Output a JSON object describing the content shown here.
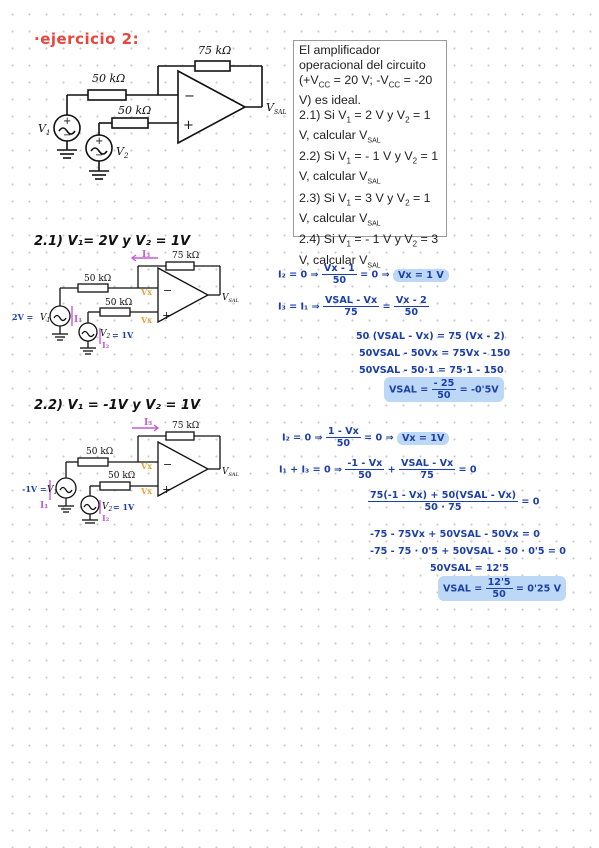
{
  "title": "·ejercicio 2:",
  "problem": {
    "p1": "El amplificador operacional del circuito (+V",
    "vcc_sub": "CC",
    "p1b": " = 20 V; -V",
    "p1c": " = -20 V) es ideal.",
    "items": [
      {
        "a": "2.1) Si V",
        "s1": "1",
        "b": " = 2 V y V",
        "s2": "2",
        "c": " = 1 V, calcular V",
        "s3": "SAL"
      },
      {
        "a": "2.2) Si V",
        "s1": "1",
        "b": " = - 1 V y V",
        "s2": "2",
        "c": " = 1 V, calcular V",
        "s3": "SAL"
      },
      {
        "a": "2.3) Si V",
        "s1": "1",
        "b": " = 3 V y V",
        "s2": "2",
        "c": " = 1 V, calcular V",
        "s3": "SAL"
      },
      {
        "a": "2.4) Si V",
        "s1": "1",
        "b": " = - 1 V y V",
        "s2": "2",
        "c": " = 3 V, calcular V",
        "s3": "SAL"
      }
    ]
  },
  "circuit_labels": {
    "r_feedback": "75 kΩ",
    "r1": "50 kΩ",
    "r2": "50 kΩ",
    "v1": "V",
    "v1_sub": "1",
    "v2": "V",
    "v2_sub": "2",
    "vsal": "V",
    "vsal_sub": "SAL",
    "minus": "−",
    "plus": "+"
  },
  "section1": {
    "heading": "2.1) V₁= 2V  y V₂ = 1V",
    "annotations": {
      "i3": "I₃",
      "i1": "I₁",
      "i2": "I₂",
      "vx": "Vx",
      "v1val": "2V = ",
      "v2val": " = 1V"
    },
    "work": {
      "l1a": "I₂ = 0  ⇒ ",
      "l1n": "Vx - 1",
      "l1d": "50",
      "l1b": " = 0  ⇒ ",
      "l1res": "Vx = 1 V",
      "l2a": "I₃ = I₁ ⇒ ",
      "l2n1": "VSAL - Vx",
      "l2d1": "75",
      "l2b": " = ",
      "l2n2": "Vx - 2",
      "l2d2": "50",
      "l3": "50 (VSAL - Vx) = 75 (Vx - 2)",
      "l4": "50VSAL - 50Vx = 75Vx - 150",
      "l5": "50VSAL - 50·1 = 75·1 - 150",
      "l6a": "VSAL = ",
      "l6n": "- 25",
      "l6d": "50",
      "l6b": " = -0'5V"
    }
  },
  "section2": {
    "heading": "2.2)  V₁ = -1V  y V₂ = 1V",
    "annotations": {
      "i3": "I₃",
      "i1": "I₁",
      "i2": "I₂",
      "vx": "Vx",
      "v1val": "-1V = ",
      "v2val": " = 1V"
    },
    "work": {
      "l1a": "I₂ = 0  ⇒ ",
      "l1n": "1 - Vx",
      "l1d": "50",
      "l1b": " = 0  ⇒ ",
      "l1res": "Vx = 1V",
      "l2a": "I₁ + I₃ = 0  ⇒ ",
      "l2n1": "-1 - Vx",
      "l2d1": "50",
      "l2b": " + ",
      "l2n2": "VSAL - Vx",
      "l2d2": "75",
      "l2c": " = 0",
      "l3n": "75(-1 - Vx) + 50(VSAL - Vx)",
      "l3d": "50 · 75",
      "l3b": " = 0",
      "l4": "-75 - 75Vx + 50VSAL - 50Vx = 0",
      "l5": "-75 - 75 · 0'5 + 50VSAL - 50 · 0'5 = 0",
      "l6": "50VSAL = 12'5",
      "l7a": "VSAL = ",
      "l7n": "12'5",
      "l7d": "50",
      "l7b": " = 0'25 V"
    }
  }
}
